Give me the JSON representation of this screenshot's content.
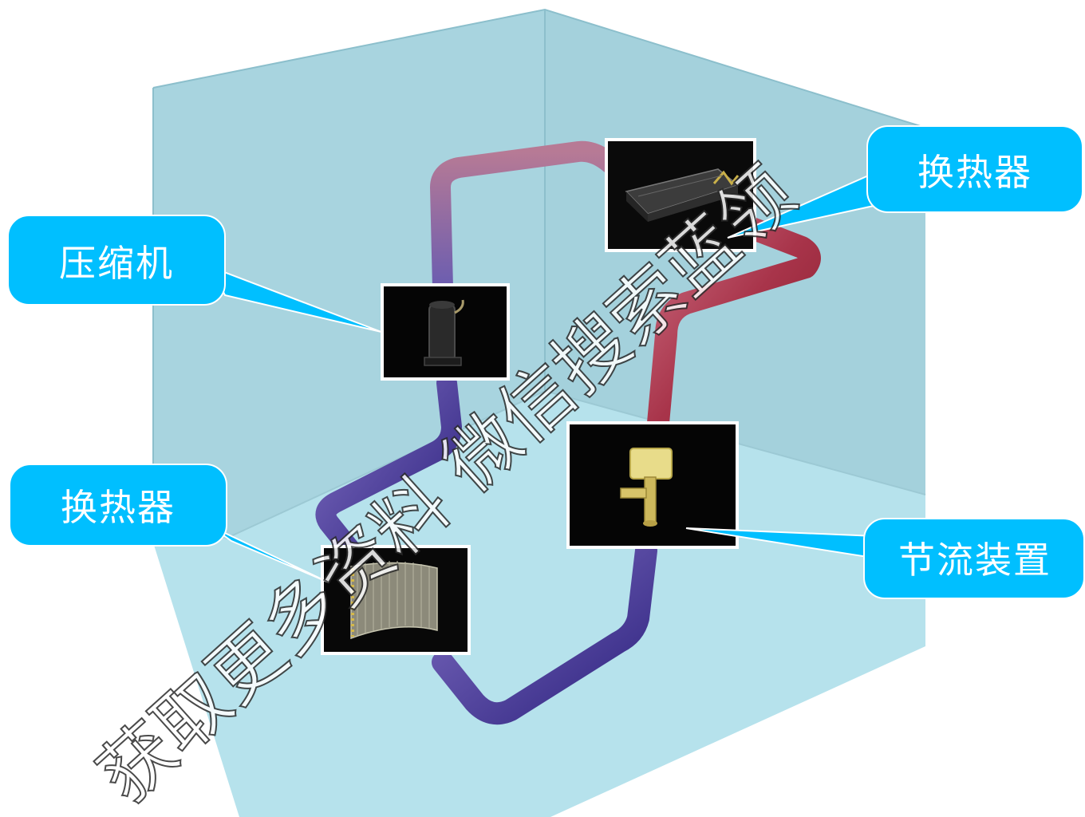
{
  "callouts": {
    "compressor": "压缩机",
    "heat_exchanger_top": "换热器",
    "heat_exchanger_bottom": "换热器",
    "throttle_device": "节流装置"
  },
  "watermark": {
    "text": "获取更多资料 微信搜索蓝领"
  },
  "colors": {
    "wall_back": "#a9d6e0",
    "wall_left": "#9fcfdb",
    "floor": "#b8e4ee",
    "pipe_hot": "#9e2a3c",
    "pipe_cold": "#3b2e8f",
    "callout": "#00bfff"
  },
  "components": [
    {
      "name": "compressor",
      "icon": "compressor-icon"
    },
    {
      "name": "heat-exchanger-indoor",
      "icon": "indoor-unit-icon"
    },
    {
      "name": "throttle-device",
      "icon": "expansion-valve-icon"
    },
    {
      "name": "heat-exchanger-outdoor",
      "icon": "condenser-coil-icon"
    }
  ]
}
